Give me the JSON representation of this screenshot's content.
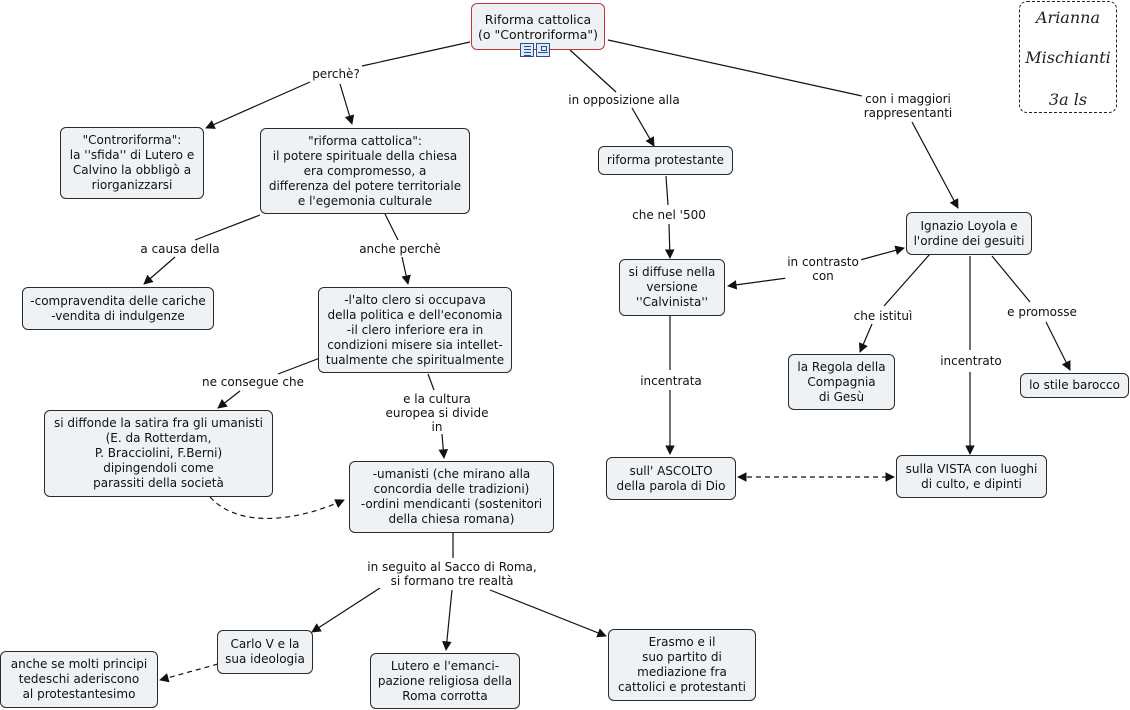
{
  "signature": {
    "line1": "Arianna",
    "line2": "Mischianti",
    "line3": "3a ls"
  },
  "root_icons": [
    "document-icon",
    "concept-map-icon"
  ],
  "nodes": {
    "root": "Riforma cattolica\n(o \"Controriforma\")",
    "controriforma": "\"Controriforma\":\nla ''sfida'' di Lutero e\nCalvino la obbligò a\nriorganizzarsi",
    "riforma_cattolica": "\"riforma cattolica\":\nil potere spirituale della chiesa\nera compromesso, a\ndifferenza del potere territoriale\ne l'egemonia culturale",
    "compravendita": "-compravendita delle cariche\n-vendita di indulgenze",
    "alto_clero": "-l'alto clero si occupava\ndella politica e dell'economia\n-il clero inferiore era in\ncondizioni misere sia intellet-\ntualmente che spiritualmente",
    "satira": "si diffonde la satira fra gli umanisti\n(E. da Rotterdam,\nP. Bracciolini, F.Berni)\ndipingendoli come\nparassiti della società",
    "umanisti": "-umanisti (che mirano alla\nconcordia delle tradizioni)\n-ordini mendicanti (sostenitori\ndella chiesa romana)",
    "carlo": "Carlo V e la\nsua ideologia",
    "principi": "anche se molti principi\ntedeschi aderiscono\nal protestantesimo",
    "lutero": "Lutero e l'emanci-\npazione religiosa della\nRoma corrotta",
    "erasmo": "Erasmo e il\nsuo partito di\nmediazione fra\ncattolici e protestanti",
    "riforma_protestante": "riforma protestante",
    "calvinista": "si diffuse nella\nversione\n''Calvinista''",
    "ascolto": "sull' ASCOLTO\ndella parola di Dio",
    "loyola": "Ignazio Loyola e\nl'ordine dei gesuiti",
    "regola": "la Regola della\nCompagnia\ndi Gesù",
    "barocco": "lo stile barocco",
    "vista": "sulla VISTA con luoghi\ndi culto, e dipinti"
  },
  "link_labels": {
    "perche": "perchè?",
    "opposizione": "in opposizione alla",
    "rappresentanti": "con i maggiori\nrappresentanti",
    "a_causa": "a causa della",
    "anche_perche": "anche perchè",
    "ne_consegue": "ne consegue che",
    "cultura": "e la cultura\neuropea si divide\nin",
    "sacco": "in seguito al Sacco di Roma,\nsi formano tre realtà",
    "nel_500": "che nel '500",
    "contrasto": "in contrasto\ncon",
    "incentrata": "incentrata",
    "istitui": "che istituì",
    "incentrato": "incentrato",
    "promosse": "e promosse"
  },
  "colors": {
    "node_fill": "#eef2f5",
    "node_border": "#2a2a2a",
    "root_border": "#c8323a",
    "line": "#111111"
  }
}
